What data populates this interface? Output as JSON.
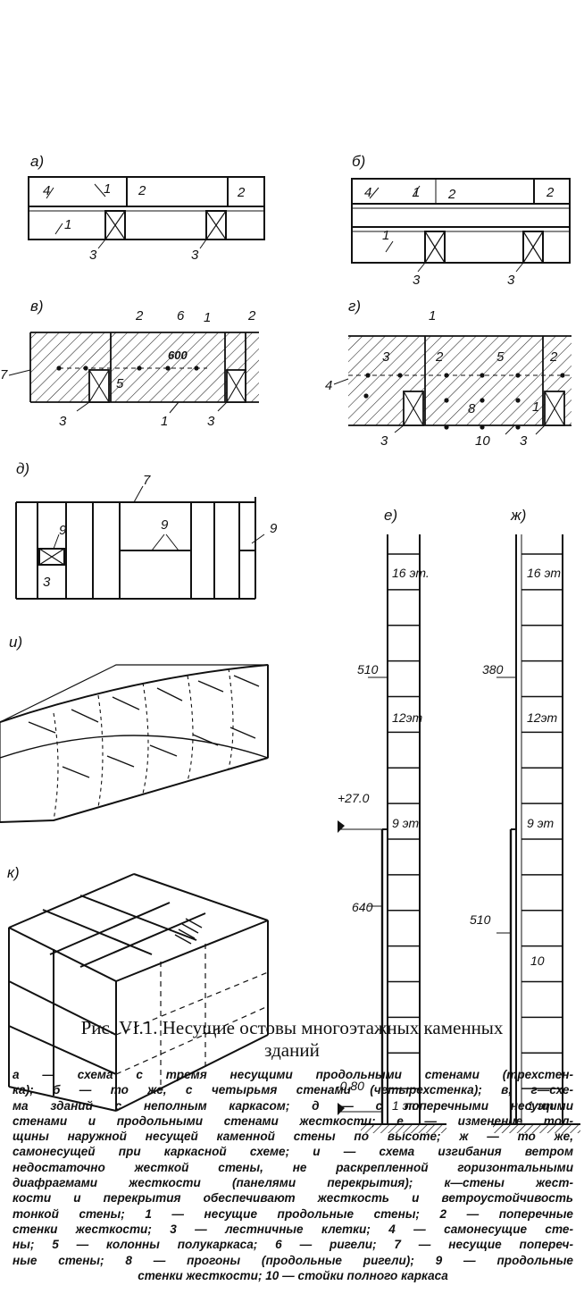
{
  "panels": {
    "a": {
      "letter": "а)",
      "labels": [
        "4",
        "1",
        "2",
        "2",
        "1",
        "3",
        "3"
      ]
    },
    "b": {
      "letter": "б)",
      "labels": [
        "4",
        "1",
        "2",
        "2",
        "1",
        "3",
        "3"
      ]
    },
    "v": {
      "letter": "в)",
      "labels": [
        "2",
        "6",
        "1",
        "2",
        "7",
        "5",
        "3",
        "1",
        "3"
      ],
      "inner_text": "600"
    },
    "g": {
      "letter": "г)",
      "labels": [
        "1",
        "3",
        "2",
        "5",
        "2",
        "4",
        "8",
        "1",
        "3",
        "10",
        "3"
      ]
    },
    "d": {
      "letter": "д)",
      "labels": [
        "7",
        "9",
        "9",
        "9",
        "3"
      ]
    },
    "i": {
      "letter": "и)"
    },
    "k": {
      "letter": "к)"
    },
    "e": {
      "letter": "е)",
      "floors": [
        "16 эт.",
        "12эт",
        "9 эт",
        "1 эт"
      ],
      "dims": [
        "510",
        "640"
      ],
      "marks": [
        "+27.0",
        "-0.80"
      ]
    },
    "zh": {
      "letter": "ж)",
      "floors": [
        "16 эт",
        "12эт",
        "9 эт",
        "10",
        "1 эт"
      ],
      "dims": [
        "380",
        "510"
      ]
    }
  },
  "caption": {
    "title_lines": [
      "Рис. VI.1. Несущие остовы многоэтажных каменных",
      "зданий"
    ],
    "legend_lines": [
      "а — схема с тремя несущими продольными стенами (трехстен-",
      "ка); б — то же, с четырьмя стенами (четырехстенка); в, г—схе-",
      "ма зданий с неполным каркасом; д — с поперечными несущими",
      "стенами и продольными стенами жесткости; е — изменение тол-",
      "щины наружной несущей каменной стены по высоте; ж — то же,",
      "самонесущей при каркасной схеме; и — схема изгибания ветром",
      "недостаточно жесткой стены, не раскрепленной горизонтальными",
      "диафрагмами жесткости (панелями перекрытия); к—стены жест-",
      "кости и перекрытия обеспечивают жесткость и ветроустойчивость",
      "тонкой стены; 1 — несущие продольные стены; 2 — поперечные",
      "стенки жесткости; 3 — лестничные клетки; 4 — самонесущие сте-",
      "ны; 5 — колонны полукаркаса; 6 — ригели; 7 — несущие попереч-",
      "ные стены; 8 — прогоны (продольные ригели); 9 — продольные",
      "стенки жесткости; 10 — стойки полного каркаса"
    ]
  }
}
